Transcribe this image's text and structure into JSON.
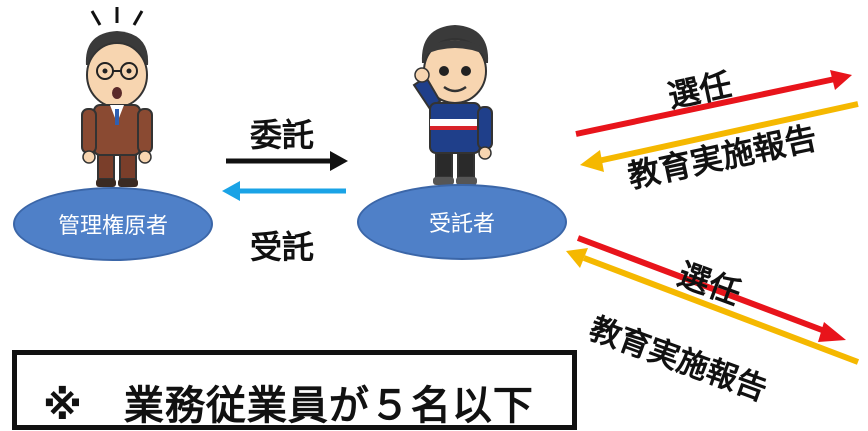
{
  "nodes": {
    "manager": "管理権原者",
    "contractor": "受託者"
  },
  "relations": {
    "outsource": "委託",
    "accept": "受託"
  },
  "flows": {
    "appoint_1": "選任",
    "report_1": "教育実施報告",
    "appoint_2": "選任",
    "report_2": "教育実施報告"
  },
  "note": {
    "text": "※　業務従業員が５名以下"
  },
  "colors": {
    "ellipse_fill": "#4f80c8",
    "red_arrow": "#e8141b",
    "yellow_arrow": "#f5b800",
    "blue_arrow": "#1aa3e6",
    "black_arrow": "#111111"
  }
}
